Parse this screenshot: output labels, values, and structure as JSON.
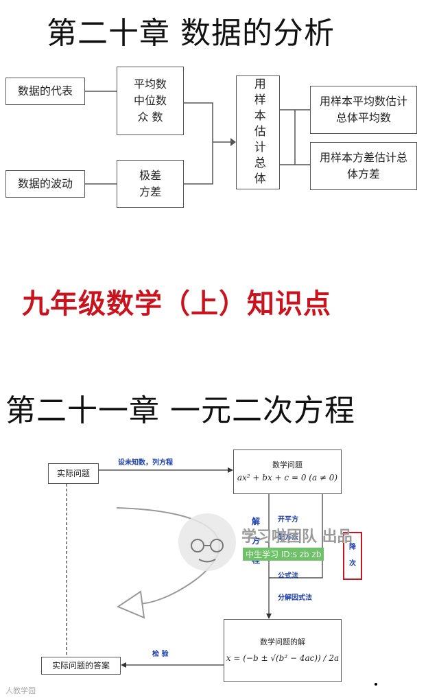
{
  "chapter20": {
    "title": "第二十章  数据的分析",
    "left": [
      "数据的代表",
      "数据的波动"
    ],
    "middle_top": [
      "平均数",
      "中位数",
      "众  数"
    ],
    "middle_bottom": [
      "极差",
      "方差"
    ],
    "center": "用样本估计总体",
    "right": [
      "用样本平均数估计总体平均数",
      "用样本方差估计总体方差"
    ]
  },
  "grade_title": "九年级数学（上）知识点",
  "chapter21": {
    "title": "第二十一章    一元二次方程",
    "real_problem": "实际问题",
    "arrow_label": "设未知数，列方程",
    "math_problem_label": "数学问题",
    "math_problem_eq": "ax² + bx + c = 0 (a ≠ 0)",
    "solve_chars": [
      "解",
      "方",
      "程"
    ],
    "methods": [
      "开平方",
      "配方法",
      "公式法",
      "分解因式法"
    ],
    "descend": [
      "降",
      "次"
    ],
    "solution_label": "数学问题的解",
    "formula": "x = (−b ± √(b² − 4ac)) / 2a",
    "check_label": "检 验",
    "answer": "实际问题的答案"
  },
  "watermark": {
    "brand": "学习啦团队 出品",
    "id": "中生学习 ID:s  zb  zb",
    "corner": "人教学园"
  }
}
